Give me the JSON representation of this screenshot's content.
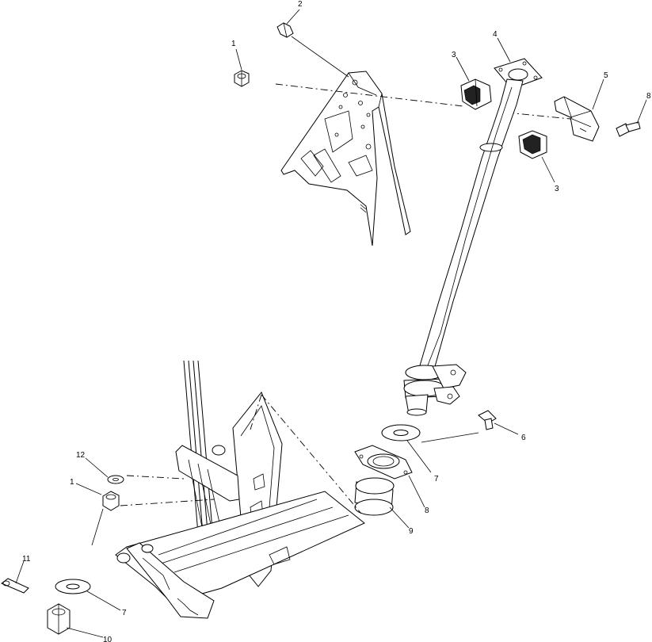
{
  "callouts": [
    {
      "id": "c1a",
      "text": "1"
    },
    {
      "id": "c2",
      "text": "2"
    },
    {
      "id": "c3a",
      "text": "3"
    },
    {
      "id": "c4",
      "text": "4"
    },
    {
      "id": "c5",
      "text": "5"
    },
    {
      "id": "c8a",
      "text": "8"
    },
    {
      "id": "c3b",
      "text": "3"
    },
    {
      "id": "c6",
      "text": "6"
    },
    {
      "id": "c7a",
      "text": "7"
    },
    {
      "id": "c8b",
      "text": "8"
    },
    {
      "id": "c9",
      "text": "9"
    },
    {
      "id": "c12",
      "text": "12"
    },
    {
      "id": "c1b",
      "text": "1"
    },
    {
      "id": "c11",
      "text": "11"
    },
    {
      "id": "c7b",
      "text": "7"
    },
    {
      "id": "c10",
      "text": "10"
    }
  ]
}
